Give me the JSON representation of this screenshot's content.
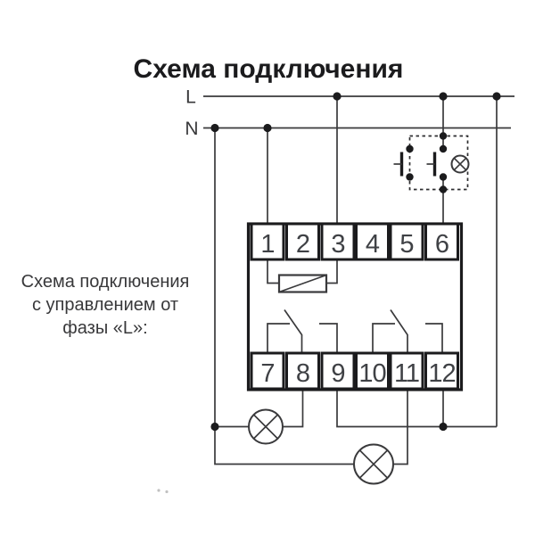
{
  "title": "Схема подключения",
  "caption": {
    "line1": "Схема подключения",
    "line2": "с управлением от",
    "line3": "фазы «L»:"
  },
  "power_lines": {
    "phase_label": "L",
    "neutral_label": "N"
  },
  "device": {
    "terminals_top": [
      "1",
      "2",
      "3",
      "4",
      "5",
      "6"
    ],
    "terminals_bottom": [
      "7",
      "8",
      "9",
      "10",
      "11",
      "12"
    ]
  },
  "icons": [
    "lamp-icon",
    "push-button-icon",
    "relay-coil-icon",
    "junction-dot",
    "no-contact-icon"
  ],
  "colors": {
    "background": "#ffffff",
    "wire": "#3a3a3c",
    "outline": "#1b1b1d",
    "text_primary": "#1b1b1d",
    "text_secondary": "#38383a"
  }
}
